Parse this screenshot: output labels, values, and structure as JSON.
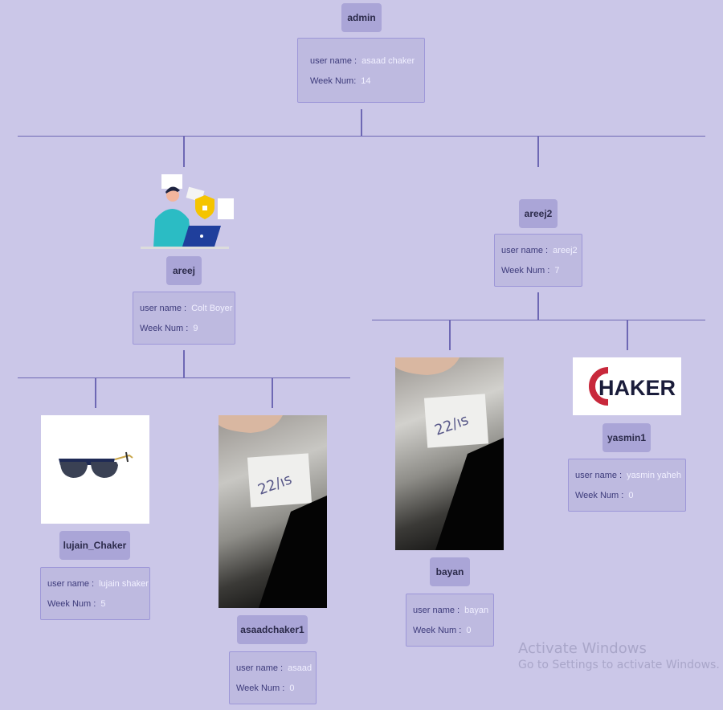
{
  "labels": {
    "user_name": "user name :",
    "week_num": "Week Num :"
  },
  "nodes": {
    "admin": {
      "title": "admin",
      "user_name": "asaad chaker",
      "week_num": "14"
    },
    "areej": {
      "title": "areej",
      "user_name": "Colt Boyer",
      "week_num": "9"
    },
    "areej2": {
      "title": "areej2",
      "user_name": "areej2",
      "week_num": "7"
    },
    "lujain": {
      "title": "lujain_Chaker",
      "user_name": "lujain shaker",
      "week_num": "5"
    },
    "asaad1": {
      "title": "asaadchaker1",
      "user_name": "asaad",
      "week_num": "0"
    },
    "bayan": {
      "title": "bayan",
      "user_name": "bayan",
      "week_num": "0"
    },
    "yasmin": {
      "title": "yasmin1",
      "user_name": "yasmin yaheh",
      "week_num": "0"
    }
  },
  "logo_text": "CHAKER",
  "watermark": {
    "line1": "Activate Windows",
    "line2": "Go to Settings to activate Windows."
  }
}
